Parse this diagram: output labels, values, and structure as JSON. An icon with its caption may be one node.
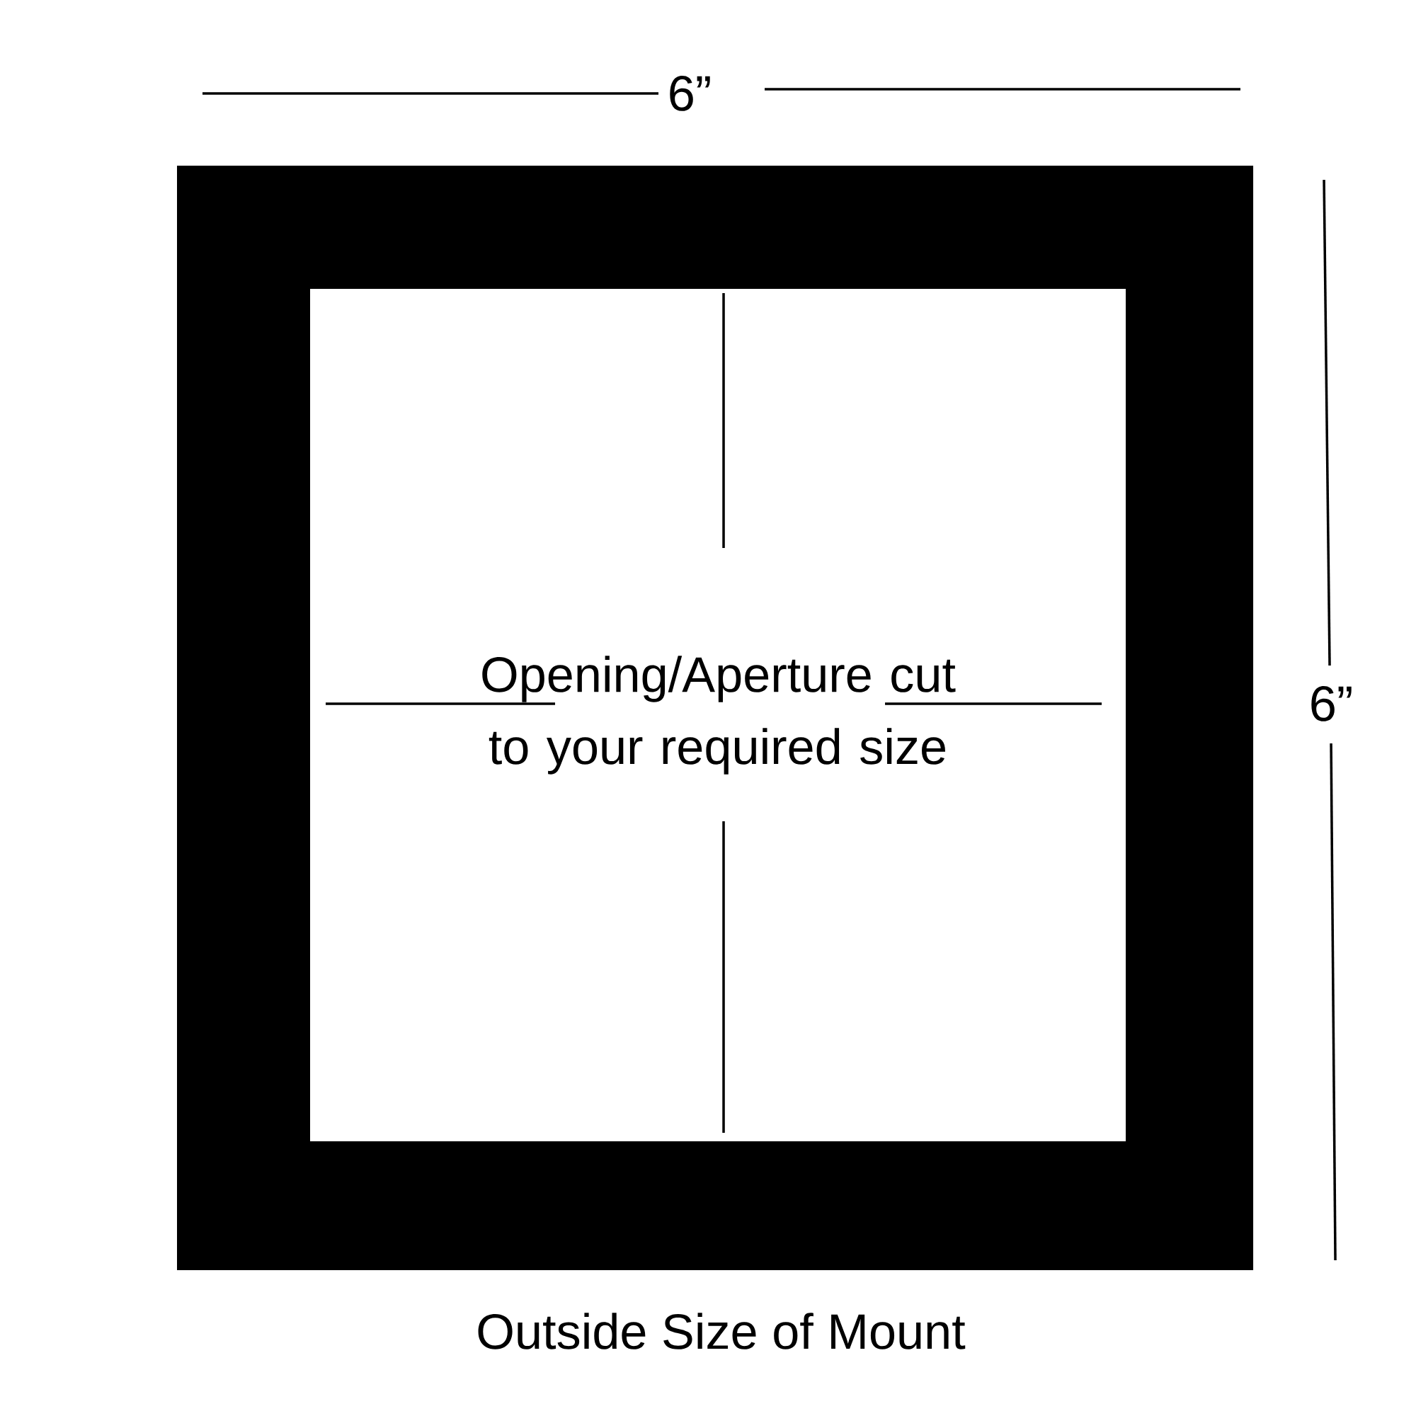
{
  "diagram": {
    "caption": "Outside Size of Mount",
    "nodes": [
      {
        "text": [],
        "shape": "box"
      },
      {
        "text": [
          "Opening/Aperture cut to your required size"
        ],
        "in": 0
      }
    ],
    "labels": [
      "6”",
      "6”"
    ]
  }
}
